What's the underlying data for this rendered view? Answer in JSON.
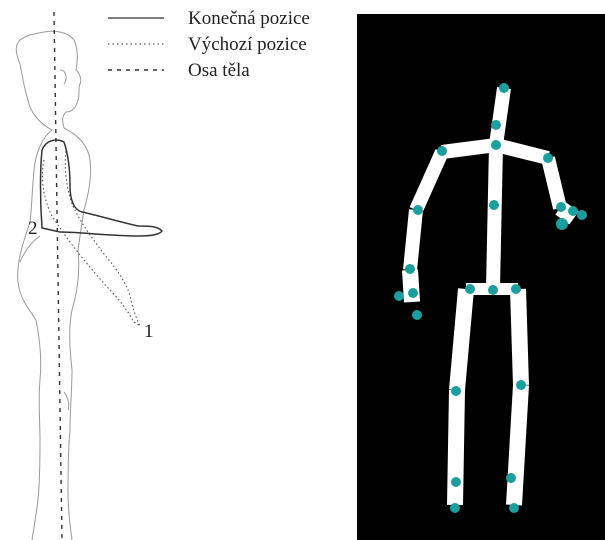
{
  "legend": {
    "items": [
      {
        "label": "Konečná pozice",
        "style": "solid"
      },
      {
        "label": "Výchozí pozice",
        "style": "dotted"
      },
      {
        "label": "Osa těla",
        "style": "dashed"
      }
    ]
  },
  "markers": {
    "start": "1",
    "end": "2"
  },
  "colors": {
    "panel_background": "#000000",
    "skeleton_fill": "#ffffff",
    "joint_color": "#1a9e9e",
    "outline_color": "#9a9a9a",
    "final_arm_color": "#333333"
  }
}
